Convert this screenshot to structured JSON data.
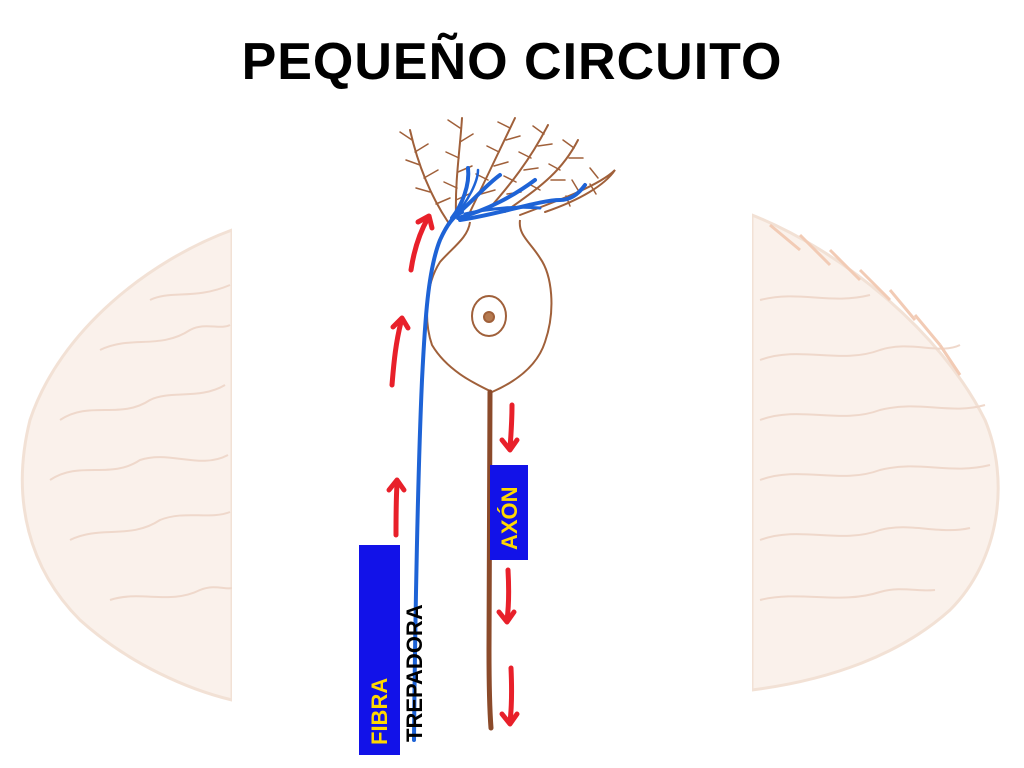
{
  "slide": {
    "title": "PEQUEÑO CIRCUITO"
  },
  "labels": {
    "fibra": "FIBRA",
    "trepadora": "TREPADORA",
    "axon": "AXÓN"
  },
  "colors": {
    "neuron": "#a0603a",
    "climbing_fiber": "#1e63d6",
    "arrow": "#e8202a",
    "label_box": "#1212e8",
    "label_text": "#ffd800",
    "background_lobe": "#f0d6c4"
  },
  "icons": {
    "flow_arrow": "red-arrow-icon"
  }
}
